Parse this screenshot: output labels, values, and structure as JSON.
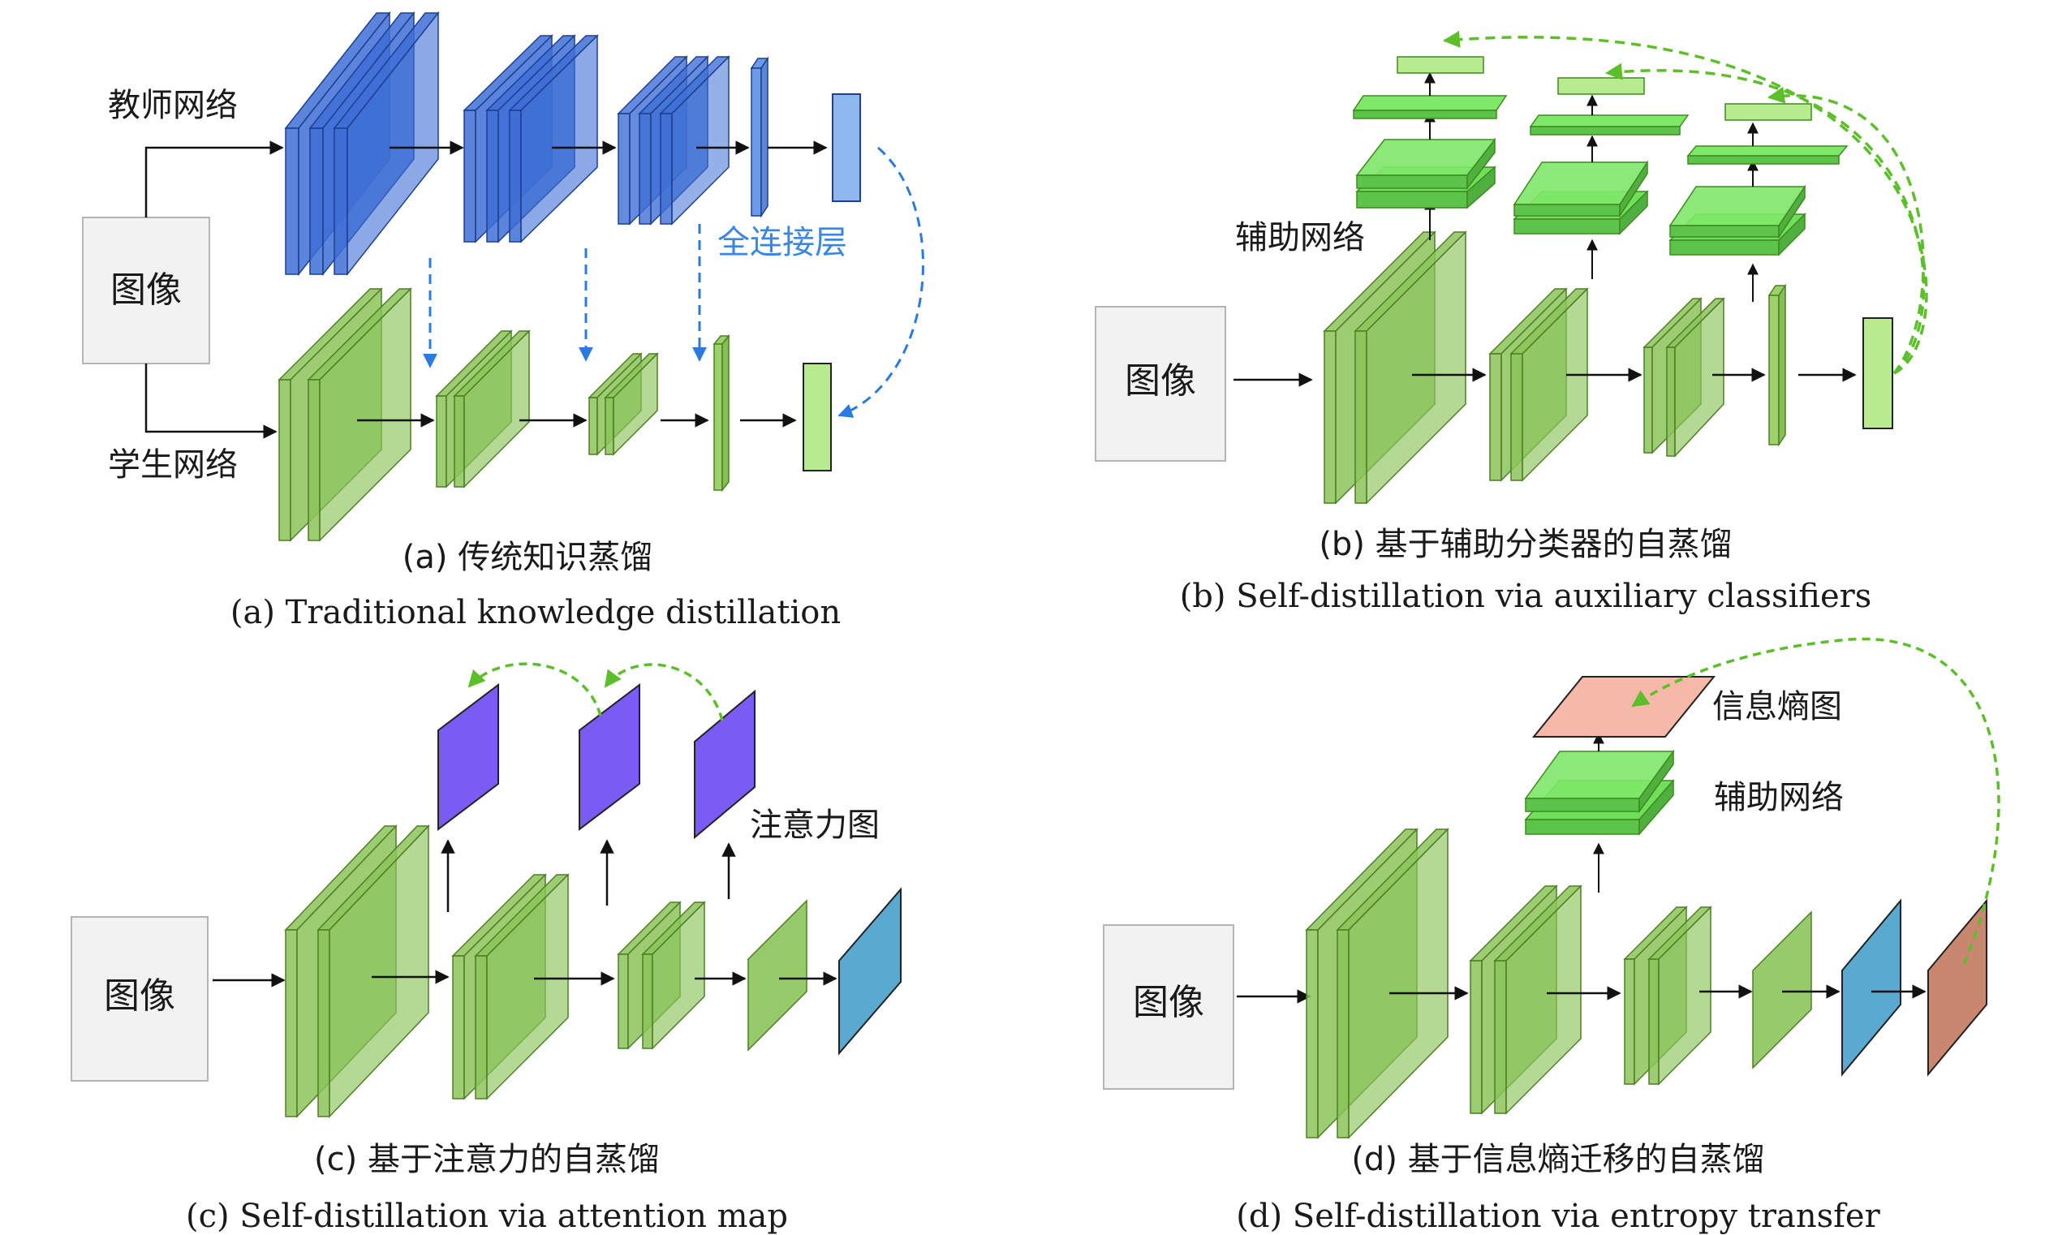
{
  "panel_a": {
    "teacher_label": "教师网络",
    "student_label": "学生网络",
    "image_label": "图像",
    "fc_label": "全连接层",
    "caption_cn": "(a) 传统知识蒸馏",
    "caption_en": "(a) Traditional knowledge distillation"
  },
  "panel_b": {
    "aux_label": "辅助网络",
    "image_label": "图像",
    "caption_cn": "(b) 基于辅助分类器的自蒸馏",
    "caption_en": "(b) Self-distillation via auxiliary classifiers"
  },
  "panel_c": {
    "attention_label": "注意力图",
    "image_label": "图像",
    "caption_cn": "(c) 基于注意力的自蒸馏",
    "caption_en": "(c) Self-distillation via attention map"
  },
  "panel_d": {
    "entropy_label": "信息熵图",
    "aux_label": "辅助网络",
    "image_label": "图像",
    "caption_cn": "(d) 基于信息熵迁移的自蒸馏",
    "caption_en": "(d) Self-distillation via entropy transfer"
  },
  "colors": {
    "teacher_blue": "#4a78d8",
    "student_green": "#9bd26a",
    "aux_green": "#6fe05a",
    "attention_purple": "#7a5cf5",
    "output_blue": "#5aa9d0",
    "entropy_pink": "#f6b8a8",
    "entropy_brown": "#c98770",
    "transfer_arrow_blue": "#2a7ae0",
    "transfer_arrow_green": "#5cbf2a",
    "image_box": "#f2f2f2"
  }
}
